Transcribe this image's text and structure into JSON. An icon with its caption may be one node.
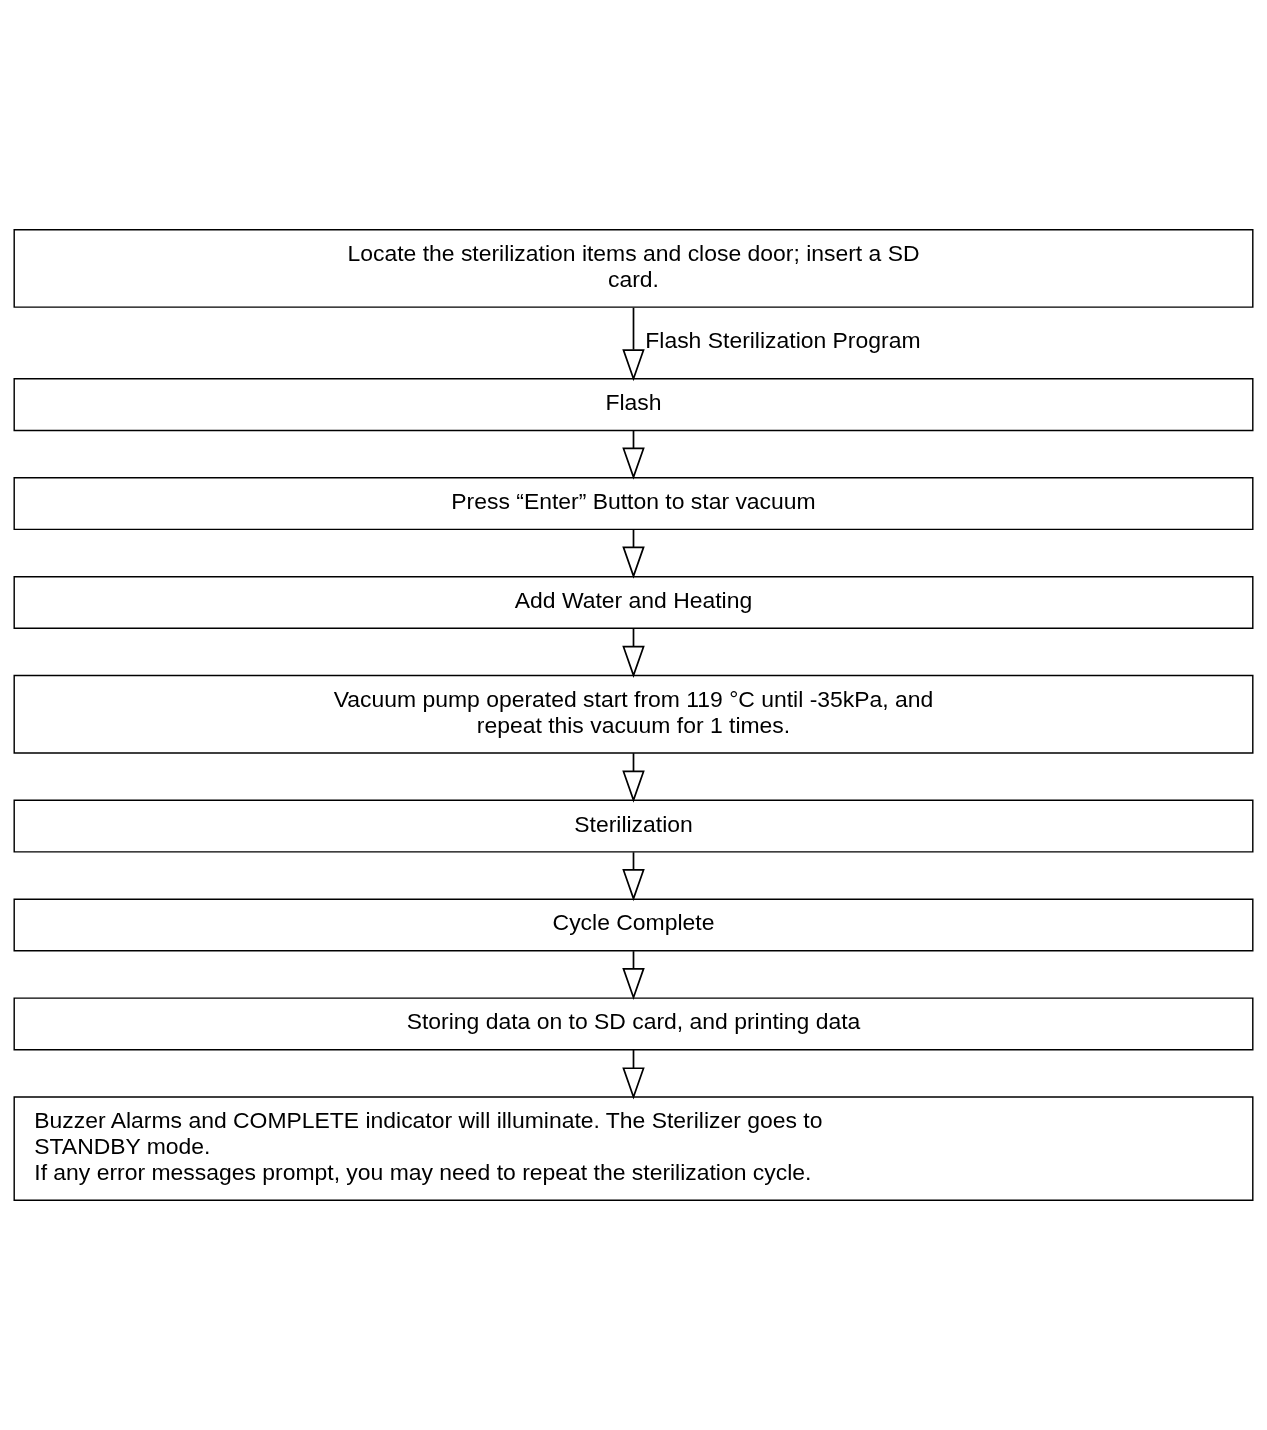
{
  "diagram": {
    "nodes": [
      {
        "text": [
          "Locate the sterilization items and close door; insert a SD card."
        ]
      },
      {
        "text": [
          "Flash"
        ]
      },
      {
        "text": [
          "Press “Enter” Button to star vacuum"
        ]
      },
      {
        "text": [
          "Add Water and Heating"
        ]
      },
      {
        "text": [
          "Vacuum pump operated start from 119 °C until -35kPa, and repeat this vacuum for 1 times."
        ]
      },
      {
        "text": [
          "Sterilization"
        ]
      },
      {
        "text": [
          "Cycle Complete"
        ]
      },
      {
        "text": [
          "Storing data on to SD card, and printing data"
        ]
      },
      {
        "text": [
          "Buzzer Alarms and COMPLETE indicator will illuminate. The Sterilizer goes to STANDBY mode.",
          "If any error messages prompt, you may need to repeat the sterilization cycle."
        ]
      }
    ],
    "edges": [
      {
        "from": 0,
        "to": 1,
        "arrow": "to",
        "label": "Flash Sterilization Program"
      },
      {
        "from": 1,
        "to": 2,
        "arrow": "to"
      },
      {
        "from": 2,
        "to": 3,
        "arrow": "to"
      },
      {
        "from": 3,
        "to": 4,
        "arrow": "to"
      },
      {
        "from": 4,
        "to": 5,
        "arrow": "to"
      },
      {
        "from": 5,
        "to": 6,
        "arrow": "to"
      },
      {
        "from": 6,
        "to": 7,
        "arrow": "to"
      },
      {
        "from": 7,
        "to": 8,
        "arrow": "to"
      }
    ]
  }
}
